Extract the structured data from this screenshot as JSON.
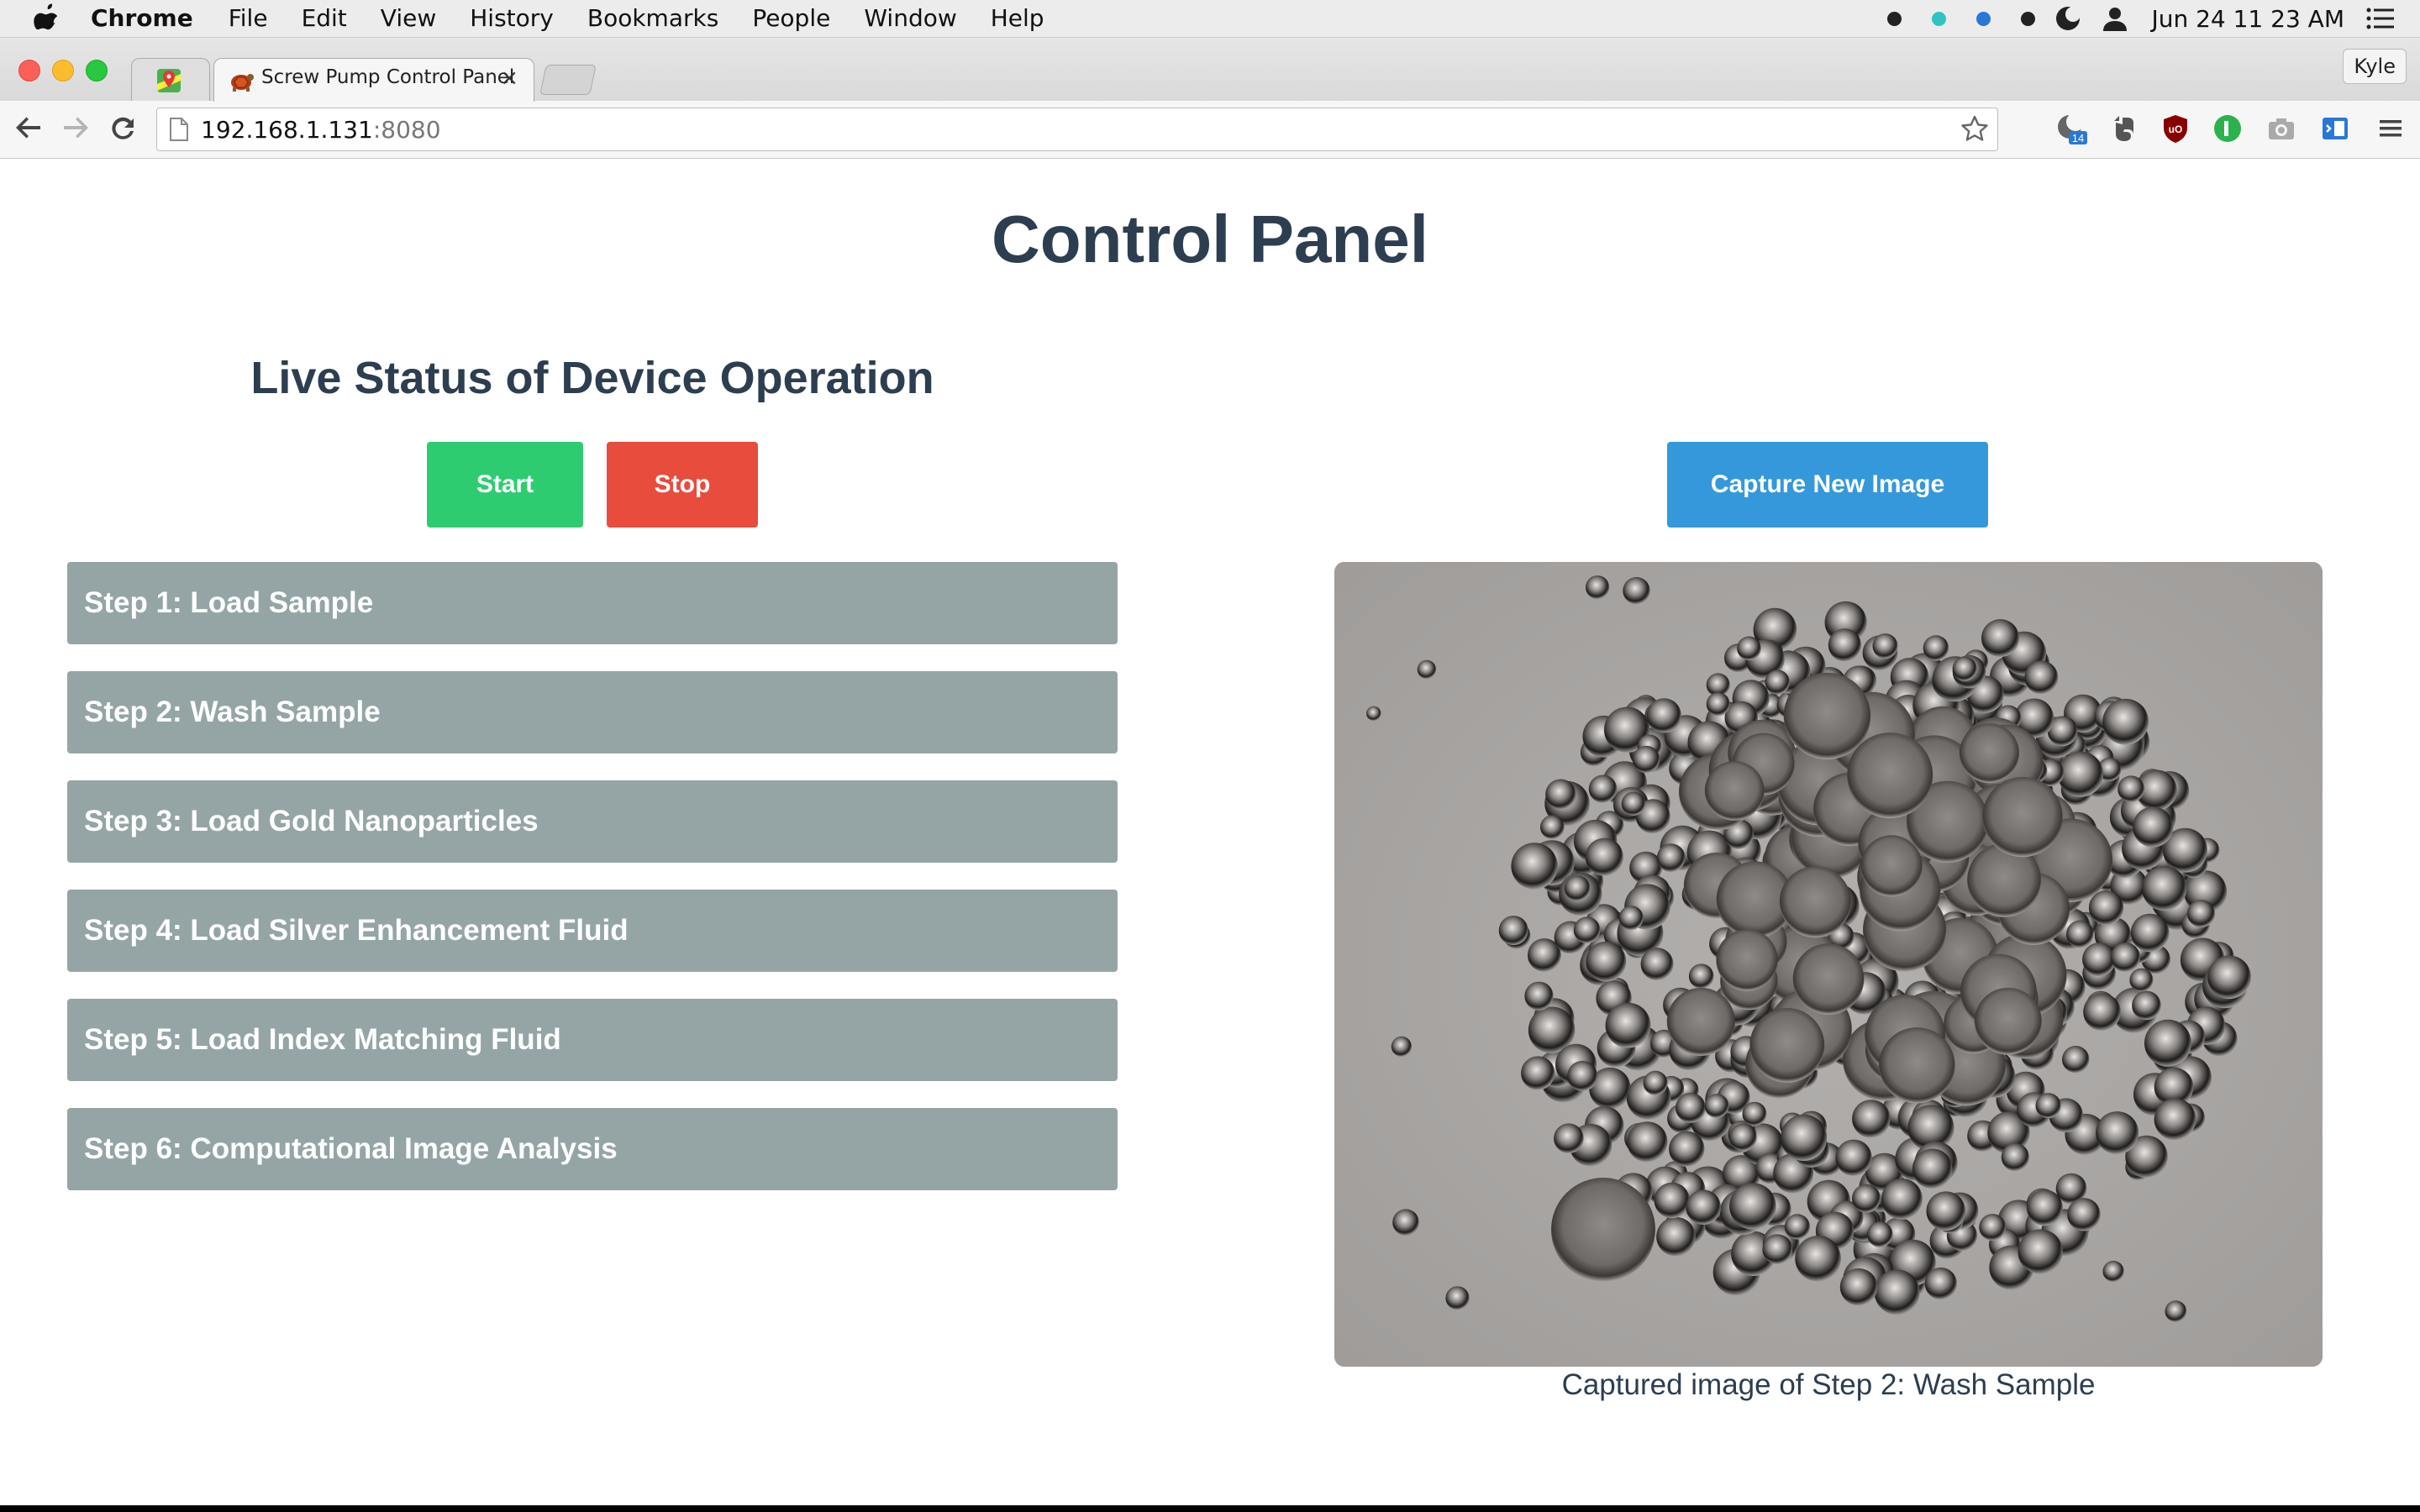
{
  "menubar": {
    "app_name": "Chrome",
    "menus": [
      "File",
      "Edit",
      "View",
      "History",
      "Bookmarks",
      "People",
      "Window",
      "Help"
    ],
    "clock": "Jun 24  11 23 AM"
  },
  "browser": {
    "tab_title": "Screw Pump Control Panel",
    "tab_close": "×",
    "profile_name": "Kyle",
    "url_host": "192.168.1.131",
    "url_port": ":8080",
    "extension_badge": "14"
  },
  "page": {
    "title": "Control Panel",
    "status_heading": "Live Status of Device Operation",
    "start_label": "Start",
    "stop_label": "Stop",
    "capture_label": "Capture New Image",
    "steps": [
      "Step 1: Load Sample",
      "Step 2: Wash Sample",
      "Step 3: Load Gold Nanoparticles",
      "Step 4: Load Silver Enhancement Fluid",
      "Step 5: Load Index Matching Fluid",
      "Step 6: Computational Image Analysis"
    ],
    "caption": "Captured image of Step 2: Wash Sample"
  },
  "colors": {
    "start": "#2ecc71",
    "stop": "#e74c3c",
    "capture": "#3498db",
    "step_bg": "#95a5a6",
    "heading": "#2c3e50"
  }
}
